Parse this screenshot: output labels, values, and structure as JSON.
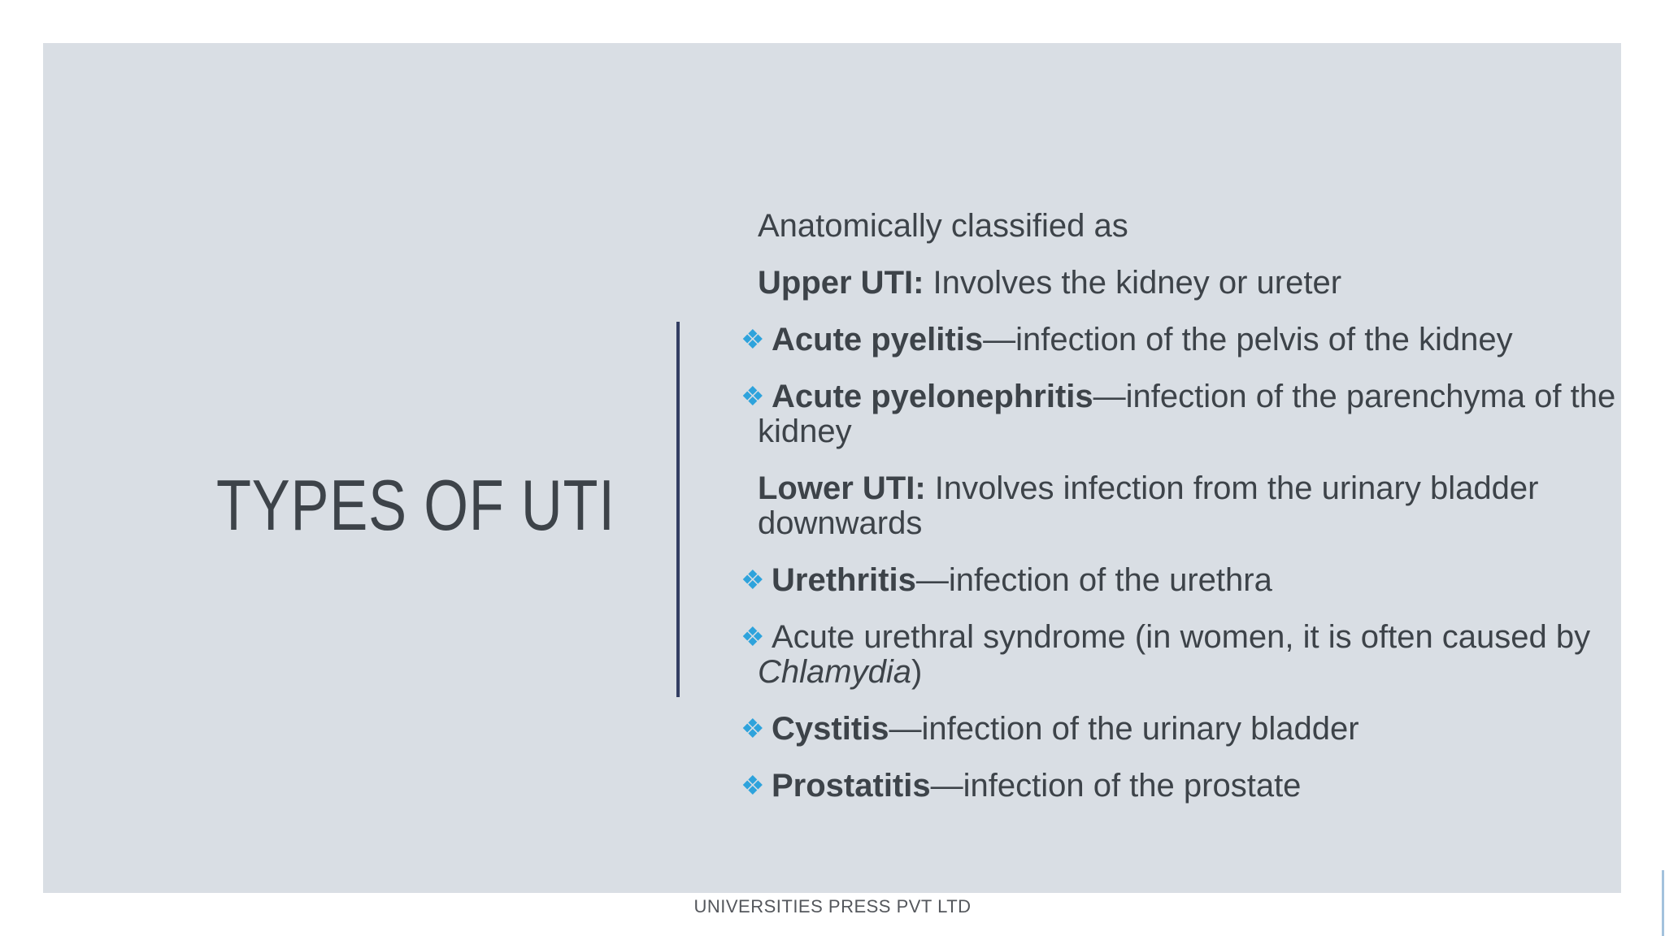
{
  "slide": {
    "title": "TYPES OF UTI",
    "footer": "UNIVERSITIES PRESS PVT LTD",
    "bullet_glyph": "❖",
    "paragraphs": [
      {
        "bullet": false,
        "segments": [
          {
            "text": "Anatomically classified as"
          }
        ]
      },
      {
        "bullet": false,
        "segments": [
          {
            "text": "Upper UTI:",
            "bold": true
          },
          {
            "text": " Involves the kidney or ureter"
          }
        ]
      },
      {
        "bullet": true,
        "segments": [
          {
            "text": "Acute pyelitis",
            "bold": true
          },
          {
            "text": "—infection of the pelvis of the kidney"
          }
        ]
      },
      {
        "bullet": true,
        "segments": [
          {
            "text": "Acute pyelonephritis",
            "bold": true
          },
          {
            "text": "—infection of the parenchyma of the\nkidney"
          }
        ]
      },
      {
        "bullet": false,
        "segments": [
          {
            "text": "Lower UTI:",
            "bold": true
          },
          {
            "text": " Involves infection from the urinary bladder\ndownwards"
          }
        ]
      },
      {
        "bullet": true,
        "segments": [
          {
            "text": "Urethritis",
            "bold": true
          },
          {
            "text": "—infection of the urethra"
          }
        ]
      },
      {
        "bullet": true,
        "segments": [
          {
            "text": "Acute urethral syndrome (in women, it is often caused by\n"
          },
          {
            "text": "Chlamydia",
            "italic": true
          },
          {
            "text": ")"
          }
        ]
      },
      {
        "bullet": true,
        "segments": [
          {
            "text": "Cystitis",
            "bold": true
          },
          {
            "text": "—infection of the urinary bladder"
          }
        ]
      },
      {
        "bullet": true,
        "segments": [
          {
            "text": "Prostatitis",
            "bold": true
          },
          {
            "text": "—infection of the prostate"
          }
        ]
      }
    ],
    "colors": {
      "page": "#ffffff",
      "background": "#d9dee4",
      "text": "#3d4349",
      "divider": "#333e63",
      "bullet": "#2ea3dc",
      "footer_text": "#54575c",
      "edge_mark": "#a3c2dd"
    }
  }
}
